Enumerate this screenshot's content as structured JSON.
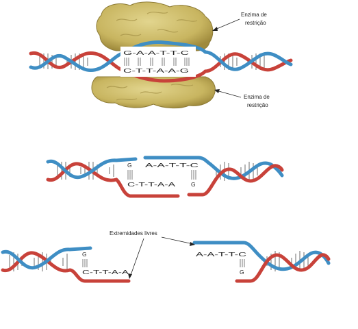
{
  "colors": {
    "blue_strand": "#3f8ec4",
    "red_strand": "#c8423a",
    "enzyme_fill": "#c8b560",
    "enzyme_edge": "#8d7b36",
    "rung": "#6d6d6d"
  },
  "labels": {
    "enzyme_top": [
      "Enzima de",
      "restrição"
    ],
    "enzyme_bottom": [
      "Enzima de",
      "restrição"
    ],
    "free_ends": "Extremidades livres"
  },
  "sequences": {
    "stage1_top": "G-A-A-T-T-C",
    "stage1_bottom": "C-T-T-A-A-G",
    "stage2_left_top": "G",
    "stage2_left_bottom": "C-T-T-A-A",
    "stage2_right_top": "A-A-T-T-C",
    "stage2_right_bottom": "G",
    "stage3_left_top": "G",
    "stage3_left_bottom": "C-T-T-A-A",
    "stage3_right_top": "A-A-T-T-C",
    "stage3_right_bottom": "G"
  },
  "icons": {
    "enzyme": "restriction-enzyme-blob",
    "helix": "dna-double-helix"
  }
}
